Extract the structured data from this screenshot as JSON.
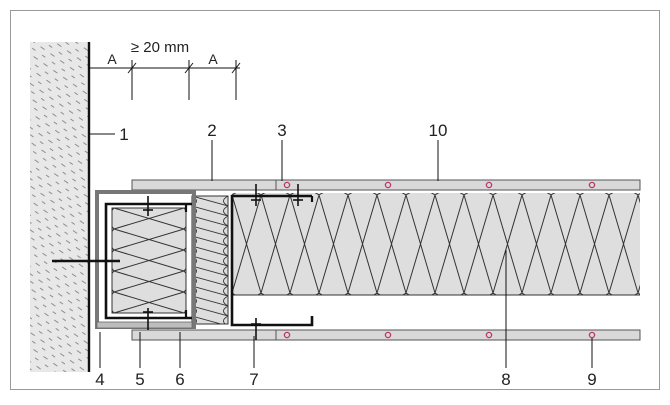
{
  "dimension": {
    "label": "≥ 20 mm",
    "mark_left": "A",
    "mark_right": "A"
  },
  "callouts": {
    "c1": "1",
    "c2": "2",
    "c3": "3",
    "c4": "4",
    "c5": "5",
    "c6": "6",
    "c7": "7",
    "c8": "8",
    "c9": "9",
    "c10": "10"
  },
  "colors": {
    "frame": "#9a9a9a",
    "wall_fill": "#e8e8e8",
    "board_fill": "#d9d9d9",
    "insulation_fill": "#dedede",
    "steel": "#222222",
    "screw_mark": "#c0306a"
  }
}
